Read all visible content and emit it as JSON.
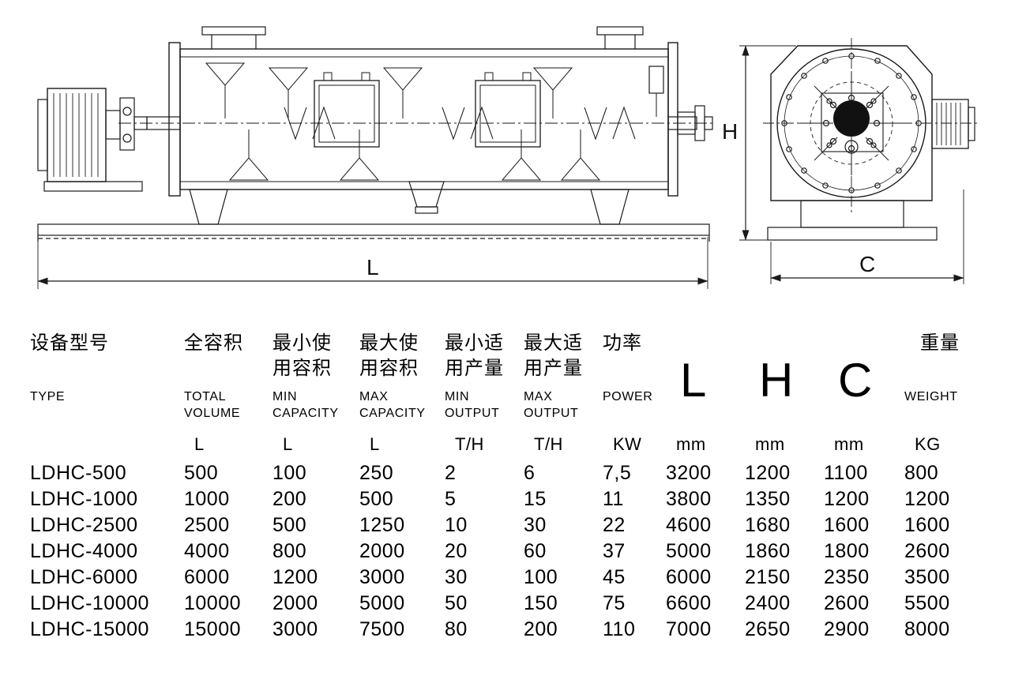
{
  "drawing": {
    "dim_l": "L",
    "dim_h": "H",
    "dim_c": "C"
  },
  "table": {
    "columns": [
      {
        "zh": "设备型号",
        "en": "TYPE",
        "unit": ""
      },
      {
        "zh": "全容积",
        "en": "TOTAL\nVOLUME",
        "unit": "L"
      },
      {
        "zh": "最小使\n用容积",
        "en": "MIN\nCAPACITY",
        "unit": "L"
      },
      {
        "zh": "最大使\n用容积",
        "en": "MAX\nCAPACITY",
        "unit": "L"
      },
      {
        "zh": "最小适\n用产量",
        "en": "MIN\nOUTPUT",
        "unit": "T/H"
      },
      {
        "zh": "最大适\n用产量",
        "en": "MAX\nOUTPUT",
        "unit": "T/H"
      },
      {
        "zh": "功率",
        "en": "POWER",
        "unit": "KW"
      },
      {
        "zh": "",
        "en": "",
        "big": "L",
        "unit": "mm"
      },
      {
        "zh": "",
        "en": "",
        "big": "H",
        "unit": "mm"
      },
      {
        "zh": "",
        "en": "",
        "big": "C",
        "unit": "mm"
      },
      {
        "zh": "重量",
        "en": "WEIGHT",
        "unit": "KG"
      }
    ],
    "rows": [
      [
        "LDHC-500",
        "500",
        "100",
        "250",
        "2",
        "6",
        "7,5",
        "3200",
        "1200",
        "1100",
        "800"
      ],
      [
        "LDHC-1000",
        "1000",
        "200",
        "500",
        "5",
        "15",
        "11",
        "3800",
        "1350",
        "1200",
        "1200"
      ],
      [
        "LDHC-2500",
        "2500",
        "500",
        "1250",
        "10",
        "30",
        "22",
        "4600",
        "1680",
        "1600",
        "1600"
      ],
      [
        "LDHC-4000",
        "4000",
        "800",
        "2000",
        "20",
        "60",
        "37",
        "5000",
        "1860",
        "1800",
        "2600"
      ],
      [
        "LDHC-6000",
        "6000",
        "1200",
        "3000",
        "30",
        "100",
        "45",
        "6000",
        "2150",
        "2350",
        "3500"
      ],
      [
        "LDHC-10000",
        "10000",
        "2000",
        "5000",
        "50",
        "150",
        "75",
        "6600",
        "2400",
        "2600",
        "5500"
      ],
      [
        "LDHC-15000",
        "15000",
        "3000",
        "7500",
        "80",
        "200",
        "110",
        "7000",
        "2650",
        "2900",
        "8000"
      ]
    ]
  }
}
